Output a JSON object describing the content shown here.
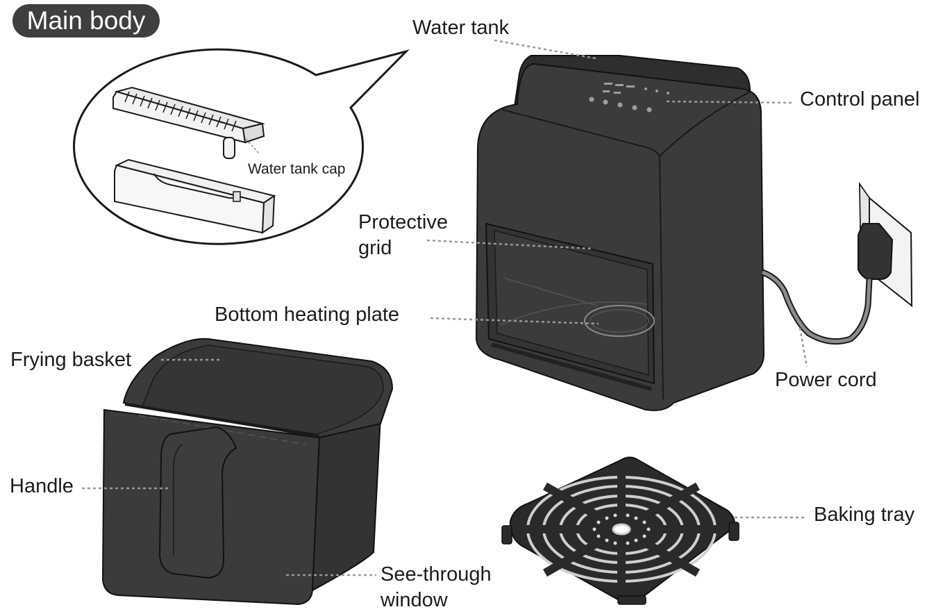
{
  "title": "Main body",
  "labels": {
    "water_tank": "Water tank",
    "water_tank_cap": "Water tank cap",
    "control_panel": "Control panel",
    "protective_grid_line1": "Protective",
    "protective_grid_line2": "grid",
    "bottom_heating_plate": "Bottom heating plate",
    "frying_basket": "Frying basket",
    "power_cord": "Power cord",
    "handle": "Handle",
    "see_through_window_line1": "See-through",
    "see_through_window_line2": "window",
    "baking_tray": "Baking tray"
  },
  "colors": {
    "body": "#3b3b3b",
    "body_dark": "#2a2a2a",
    "leader": "#9a9a9a",
    "title_bg": "#3f3f3f"
  }
}
